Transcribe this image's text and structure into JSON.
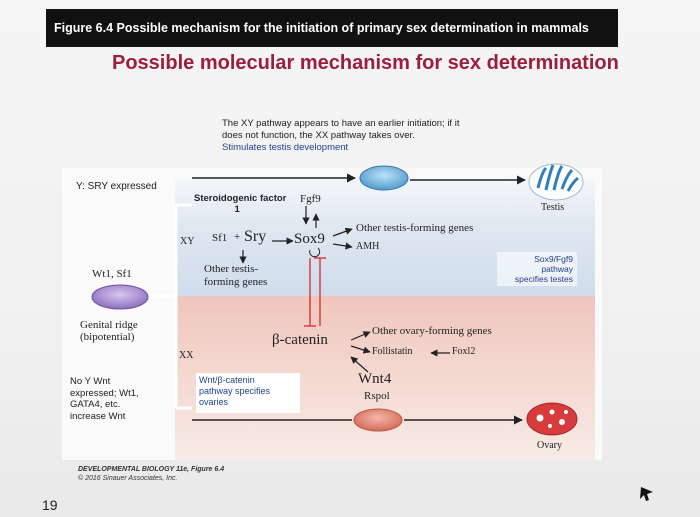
{
  "figure_bar": {
    "label": "Figure 6.4  Possible mechanism for the initiation of primary sex determination in mammals"
  },
  "slide_title": "Possible molecular mechanism for sex determination",
  "top_note": {
    "line1": "The XY pathway appears to have an earlier initiation; if it",
    "line2": "does not function, the XX pathway takes over.",
    "line3": "Stimulates testis development"
  },
  "left": {
    "y_sry": "Y: SRY expressed",
    "wt1_sf1": "Wt1, Sf1",
    "genital_ridge_1": "Genital ridge",
    "genital_ridge_2": "(bipotential)",
    "no_y_1": "No Y Wnt",
    "no_y_2": "expressed; Wt1,",
    "no_y_3": "GATA4, etc.",
    "no_y_4": "increase Wnt"
  },
  "xy_pathway": {
    "xy_label": "XY",
    "sf1_line1": "Steroidogenic factor",
    "sf1_line2": "1",
    "fgf9": "Fgf9",
    "sf1": "Sf1",
    "plus": "+",
    "sry": "Sry",
    "sox9": "Sox9",
    "other_testis_genes": "Other testis-forming genes",
    "amh": "AMH",
    "other_testis_forming_1": "Other testis-",
    "other_testis_forming_2": "forming genes",
    "sox9_box_1": "Sox9/Fgf9",
    "sox9_box_2": "pathway",
    "sox9_box_3": "specifies testes",
    "testis": "Testis"
  },
  "xx_pathway": {
    "xx_label": "XX",
    "beta_catenin": "β-catenin",
    "other_ovary_genes": "Other ovary-forming genes",
    "follistatin": "Follistatin",
    "foxl2": "Foxl2",
    "wnt4": "Wnt4",
    "rspo1": "Rspol",
    "wnt_box_1": "Wnt/β-catenin",
    "wnt_box_2": "pathway specifies",
    "wnt_box_3": "ovaries",
    "ovary": "Ovary"
  },
  "credit": {
    "line1": "DEVELOPMENTAL BIOLOGY 11e, Figure 6.4",
    "line2": "© 2016 Sinauer Associates, Inc."
  },
  "page_number": "19",
  "colors": {
    "title": "#9b1f3c",
    "note_blue": "#1f3f8f",
    "testis": "#3b8fd0",
    "ovary": "#d83b3b",
    "inhibit": "#d33"
  }
}
